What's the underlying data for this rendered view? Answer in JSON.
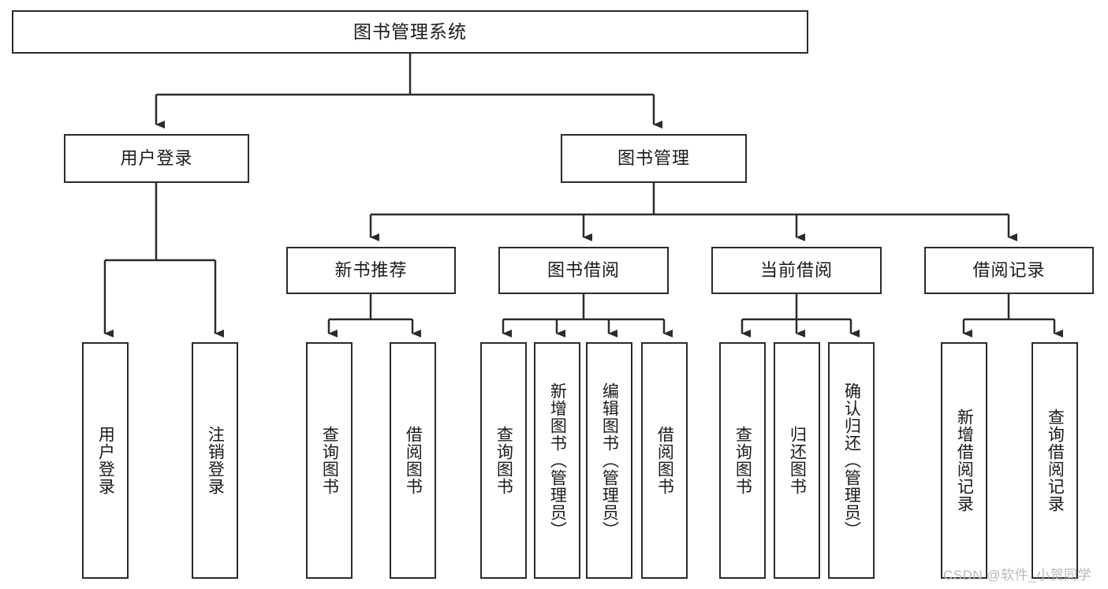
{
  "diagram": {
    "type": "tree-hierarchy-diagram",
    "title": "图书管理系统",
    "orientation": "top-down",
    "colors": {
      "box_border": "#2b2b2b",
      "box_fill": "#ffffff",
      "edge": "#2b2b2b",
      "text": "#1a1a1a",
      "watermark": "#b9b9b9",
      "background": "#ffffff"
    },
    "nodes": {
      "root": {
        "id": "root",
        "label": "图书管理系统",
        "level": 0,
        "orientation": "horizontal"
      },
      "level2": [
        {
          "id": "user-login",
          "label": "用户登录",
          "level": 1,
          "orientation": "horizontal"
        },
        {
          "id": "book-manage",
          "label": "图书管理",
          "level": 1,
          "orientation": "horizontal"
        }
      ],
      "level3": [
        {
          "id": "new-book-rec",
          "label": "新书推荐",
          "level": 2,
          "orientation": "horizontal"
        },
        {
          "id": "book-borrow",
          "label": "图书借阅",
          "level": 2,
          "orientation": "horizontal"
        },
        {
          "id": "current-borrow",
          "label": "当前借阅",
          "level": 2,
          "orientation": "horizontal"
        },
        {
          "id": "borrow-record",
          "label": "借阅记录",
          "level": 2,
          "orientation": "horizontal"
        }
      ],
      "leaves": [
        {
          "id": "leaf-user-login",
          "label": "用户登录",
          "parent": "user-login",
          "orientation": "vertical"
        },
        {
          "id": "leaf-user-logout",
          "label": "注销登录",
          "parent": "user-login",
          "orientation": "vertical"
        },
        {
          "id": "leaf-query-book-1",
          "label": "查询图书",
          "parent": "new-book-rec",
          "orientation": "vertical"
        },
        {
          "id": "leaf-borrow-book-1",
          "label": "借阅图书",
          "parent": "new-book-rec",
          "orientation": "vertical"
        },
        {
          "id": "leaf-query-book-2",
          "label": "查询图书",
          "parent": "book-borrow",
          "orientation": "vertical"
        },
        {
          "id": "leaf-add-book",
          "label": "新增图书（管理员）",
          "parent": "book-borrow",
          "orientation": "vertical"
        },
        {
          "id": "leaf-edit-book",
          "label": "编辑图书（管理员）",
          "parent": "book-borrow",
          "orientation": "vertical"
        },
        {
          "id": "leaf-borrow-book-2",
          "label": "借阅图书",
          "parent": "book-borrow",
          "orientation": "vertical"
        },
        {
          "id": "leaf-query-book-3",
          "label": "查询图书",
          "parent": "current-borrow",
          "orientation": "vertical"
        },
        {
          "id": "leaf-return-book",
          "label": "归还图书",
          "parent": "current-borrow",
          "orientation": "vertical"
        },
        {
          "id": "leaf-confirm-return",
          "label": "确认归还（管理员）",
          "parent": "current-borrow",
          "orientation": "vertical"
        },
        {
          "id": "leaf-add-record",
          "label": "新增借阅记录",
          "parent": "borrow-record",
          "orientation": "vertical"
        },
        {
          "id": "leaf-query-record",
          "label": "查询借阅记录",
          "parent": "borrow-record",
          "orientation": "vertical"
        }
      ]
    },
    "watermark": "CSDN @软件_小贺同学"
  }
}
